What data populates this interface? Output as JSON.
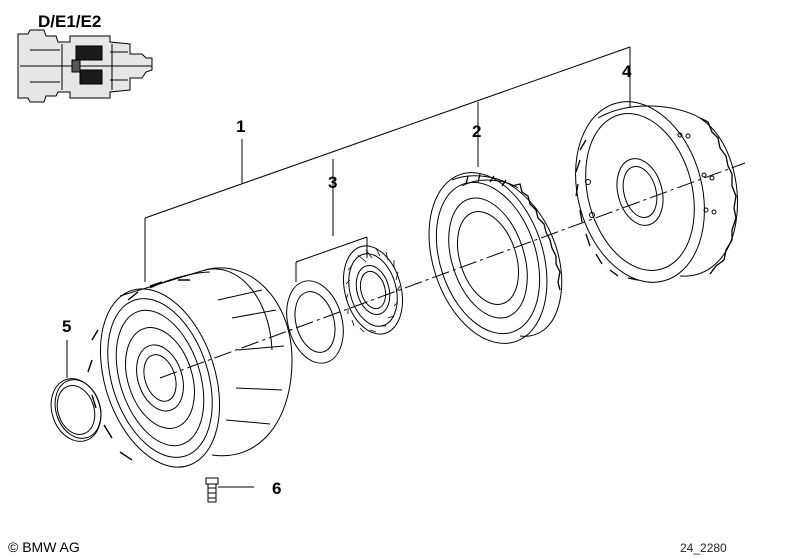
{
  "diagram": {
    "model_code": "D/E1/E2",
    "callouts": {
      "part_1": "1",
      "part_2": "2",
      "part_3": "3",
      "part_4": "4",
      "part_5": "5",
      "part_6": "6"
    },
    "footer": {
      "copyright": "© BMW AG",
      "drawing_number": "24_2280"
    }
  },
  "colors": {
    "line": "#000000",
    "background": "#ffffff",
    "thumbnail_fill": "#d8d8d8",
    "highlight": "#1a1a1a"
  }
}
